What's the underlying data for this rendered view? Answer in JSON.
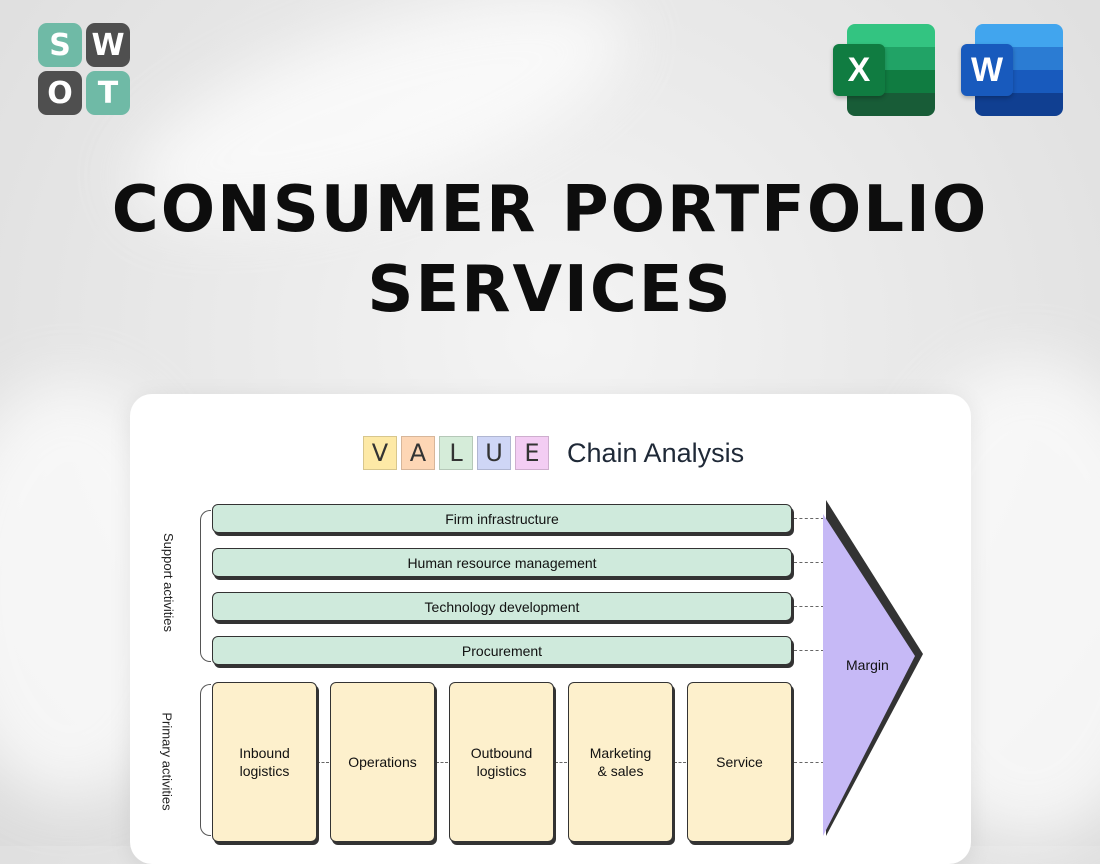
{
  "logo": {
    "letters": [
      "S",
      "W",
      "O",
      "T"
    ]
  },
  "apps": {
    "excel_letter": "X",
    "word_letter": "W"
  },
  "title": {
    "line1": "CONSUMER PORTFOLIO",
    "line2": "SERVICES"
  },
  "card": {
    "value_letters": [
      {
        "char": "V",
        "color": "#fde9a6"
      },
      {
        "char": "A",
        "color": "#fdd6b5"
      },
      {
        "char": "L",
        "color": "#d5ecd9"
      },
      {
        "char": "U",
        "color": "#cfd6f6"
      },
      {
        "char": "E",
        "color": "#f3cdf3"
      }
    ],
    "heading": "Chain Analysis",
    "support_label": "Support activities",
    "primary_label": "Primary activities",
    "support": [
      "Firm infrastructure",
      "Human resource management",
      "Technology development",
      "Procurement"
    ],
    "primary": [
      "Inbound logistics",
      "Operations",
      "Outbound logistics",
      "Marketing & sales",
      "Service"
    ],
    "margin": "Margin"
  },
  "colors": {
    "support_fill": "#cfeadc",
    "primary_fill": "#fdf0cc",
    "margin_fill": "#c6b9f6",
    "logo_teal": "#6fbaa6",
    "logo_dark": "#4f4f4f"
  }
}
